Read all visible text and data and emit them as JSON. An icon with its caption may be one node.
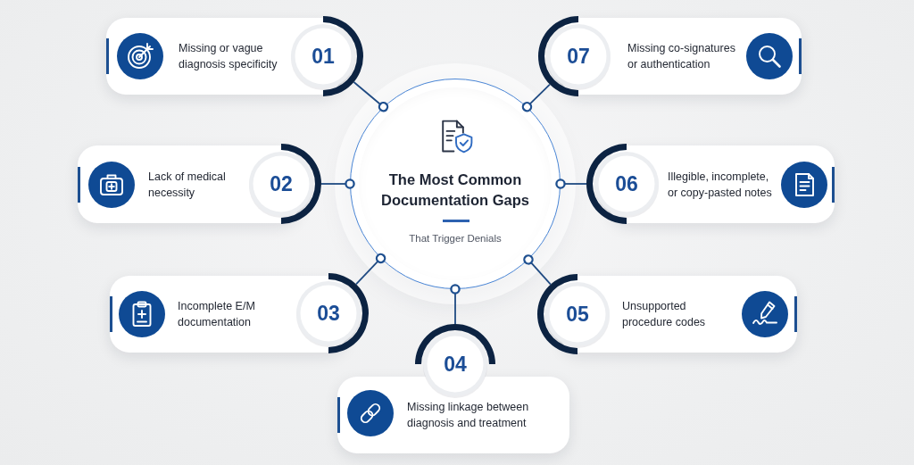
{
  "diagram": {
    "nodes": [
      {
        "text": [
          "The Most Common Documentation Gaps",
          "That Trigger Denials"
        ]
      },
      {
        "text": [
          "01"
        ]
      },
      {
        "text": [
          "Missing or vague diagnosis specificity"
        ]
      },
      {
        "text": [
          "02"
        ]
      },
      {
        "text": [
          "Lack of medical necessity"
        ]
      },
      {
        "text": [
          "03"
        ]
      },
      {
        "text": [
          "Incomplete E/M documentation"
        ]
      },
      {
        "text": [
          "04"
        ]
      },
      {
        "text": [
          "Missing linkage between diagnosis and treatment"
        ]
      },
      {
        "text": [
          "05"
        ]
      },
      {
        "text": [
          "Unsupported procedure codes"
        ]
      },
      {
        "text": [
          "06"
        ]
      },
      {
        "text": [
          "Illegible, incomplete, or copy-pasted notes"
        ]
      },
      {
        "text": [
          "07"
        ]
      },
      {
        "text": [
          "Missing co-signatures or authentication"
        ]
      }
    ],
    "edges": [
      {
        "from": 0,
        "to": 1,
        "arrow": "other"
      },
      {
        "from": 0,
        "to": 3,
        "arrow": "other"
      },
      {
        "from": 0,
        "to": 5,
        "arrow": "other"
      },
      {
        "from": 0,
        "to": 7,
        "arrow": "other"
      },
      {
        "from": 0,
        "to": 9,
        "arrow": "other"
      },
      {
        "from": 0,
        "to": 11,
        "arrow": "other"
      },
      {
        "from": 0,
        "to": 13,
        "arrow": "other"
      }
    ]
  }
}
